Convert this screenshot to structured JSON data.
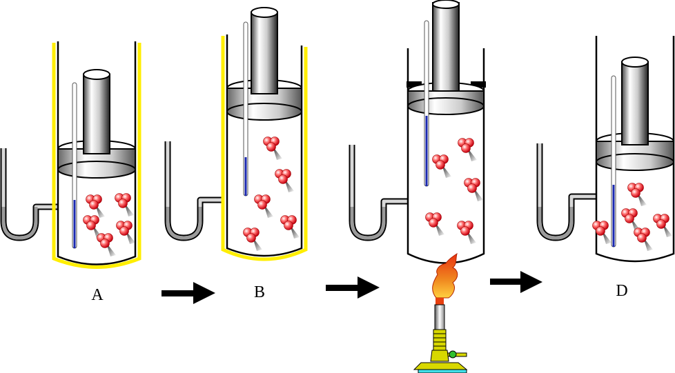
{
  "stages": [
    {
      "label": "A",
      "insulated": true,
      "heated": false
    },
    {
      "label": "B",
      "insulated": true,
      "heated": false
    },
    {
      "label": "",
      "insulated": false,
      "heated": true
    },
    {
      "label": "D",
      "insulated": false,
      "heated": false
    }
  ],
  "arrow_count": 3,
  "colors": {
    "insulation": "#ffee00",
    "molecule": "#e8202a",
    "thermometer_fluid": "#1a28b0",
    "flame": "#e8501a",
    "burner": "#d8d800",
    "burner_base": "#40e0e8"
  }
}
